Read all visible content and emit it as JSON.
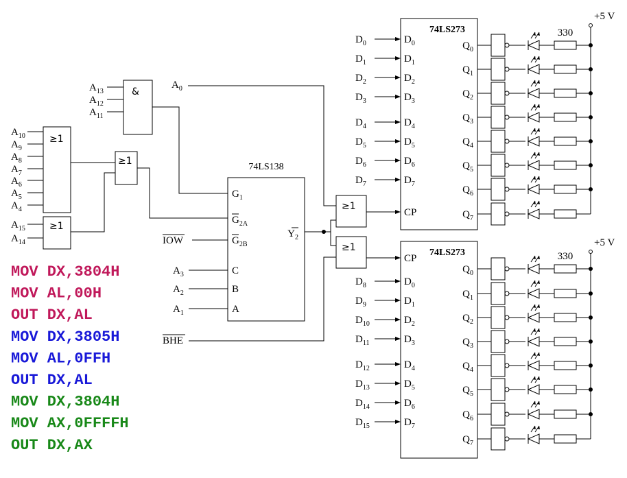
{
  "gates": {
    "and_sym": "&",
    "or_sym": "≥1"
  },
  "and_gate_inputs": [
    "A13",
    "A12",
    "A11"
  ],
  "or_gate1_inputs": [
    "A10",
    "A9",
    "A8",
    "A7",
    "A6",
    "A5",
    "A4"
  ],
  "or_gate3_inputs": [
    "A15",
    "A14"
  ],
  "decoder": {
    "title": "74LS138",
    "pins_left": [
      "G1",
      "G2A",
      "G2B",
      "C",
      "B",
      "A"
    ],
    "pin_right": "Y2",
    "inputs": {
      "iow": "IOW",
      "a3": "A3",
      "a2": "A2",
      "a1": "A1",
      "a0": "A0",
      "bhe": "BHE"
    }
  },
  "latches": [
    {
      "title": "74LS273",
      "d_pins": [
        "D0",
        "D1",
        "D2",
        "D3",
        "D4",
        "D5",
        "D6",
        "D7"
      ],
      "q_pins": [
        "Q0",
        "Q1",
        "Q2",
        "Q3",
        "Q4",
        "Q5",
        "Q6",
        "Q7"
      ],
      "data_inputs": [
        "D0",
        "D1",
        "D2",
        "D3",
        "D4",
        "D5",
        "D6",
        "D7"
      ],
      "clock": "CP",
      "supply": "+5 V",
      "resistor": "330"
    },
    {
      "title": "74LS273",
      "d_pins": [
        "D0",
        "D1",
        "D2",
        "D3",
        "D4",
        "D5",
        "D6",
        "D7"
      ],
      "q_pins": [
        "Q0",
        "Q1",
        "Q2",
        "Q3",
        "Q4",
        "Q5",
        "Q6",
        "Q7"
      ],
      "data_inputs": [
        "D8",
        "D9",
        "D10",
        "D11",
        "D12",
        "D13",
        "D14",
        "D15"
      ],
      "clock": "CP",
      "supply": "+5 V",
      "resistor": "330"
    }
  ],
  "code": [
    {
      "text": "MOV DX,3804H",
      "color": "#c0185a"
    },
    {
      "text": "MOV AL,00H",
      "color": "#c0185a"
    },
    {
      "text": "OUT DX,AL",
      "color": "#c0185a"
    },
    {
      "text": "MOV DX,3805H",
      "color": "#1818d8"
    },
    {
      "text": "MOV AL,0FFH",
      "color": "#1818d8"
    },
    {
      "text": "OUT DX,AL",
      "color": "#1818d8"
    },
    {
      "text": "MOV DX,3804H",
      "color": "#188818"
    },
    {
      "text": "MOV AX,0FFFFH",
      "color": "#188818"
    },
    {
      "text": "OUT DX,AX",
      "color": "#188818"
    }
  ]
}
